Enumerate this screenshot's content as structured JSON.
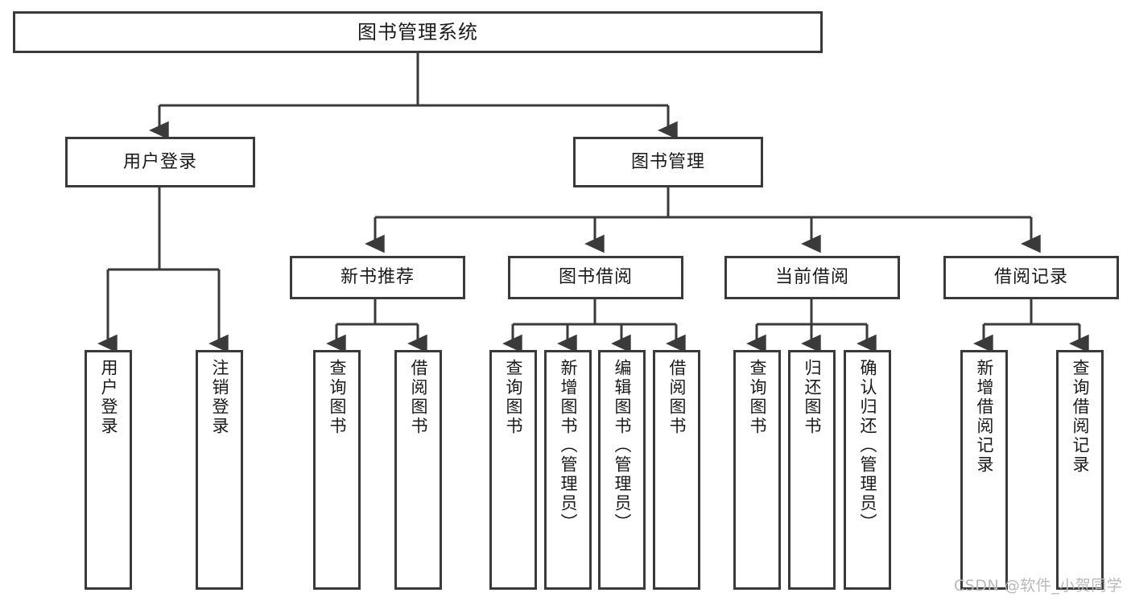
{
  "diagram": {
    "type": "tree-hierarchy-chart",
    "title": "图书管理系统",
    "stroke_color": "#3a3a3a",
    "background_color": "#ffffff",
    "text_color": "#1a1a1a",
    "root": {
      "label": "图书管理系统"
    },
    "level2": [
      {
        "label": "用户登录"
      },
      {
        "label": "图书管理"
      }
    ],
    "level3": [
      {
        "label": "新书推荐"
      },
      {
        "label": "图书借阅"
      },
      {
        "label": "当前借阅"
      },
      {
        "label": "借阅记录"
      }
    ],
    "leaves": {
      "user_login": [
        {
          "label": "用户登录"
        },
        {
          "label": "注销登录"
        }
      ],
      "new_book_recommend": [
        {
          "label": "查询图书"
        },
        {
          "label": "借阅图书"
        }
      ],
      "book_borrow": [
        {
          "label": "查询图书"
        },
        {
          "label": "新增图书（管理员）"
        },
        {
          "label": "编辑图书（管理员）"
        },
        {
          "label": "借阅图书"
        }
      ],
      "current_borrow": [
        {
          "label": "查询图书"
        },
        {
          "label": "归还图书"
        },
        {
          "label": "确认归还（管理员）"
        }
      ],
      "borrow_record": [
        {
          "label": "新增借阅记录"
        },
        {
          "label": "查询借阅记录"
        }
      ]
    }
  },
  "watermark": {
    "text": "CSDN @软件_小贺同学",
    "color": "#b9b9b9"
  }
}
